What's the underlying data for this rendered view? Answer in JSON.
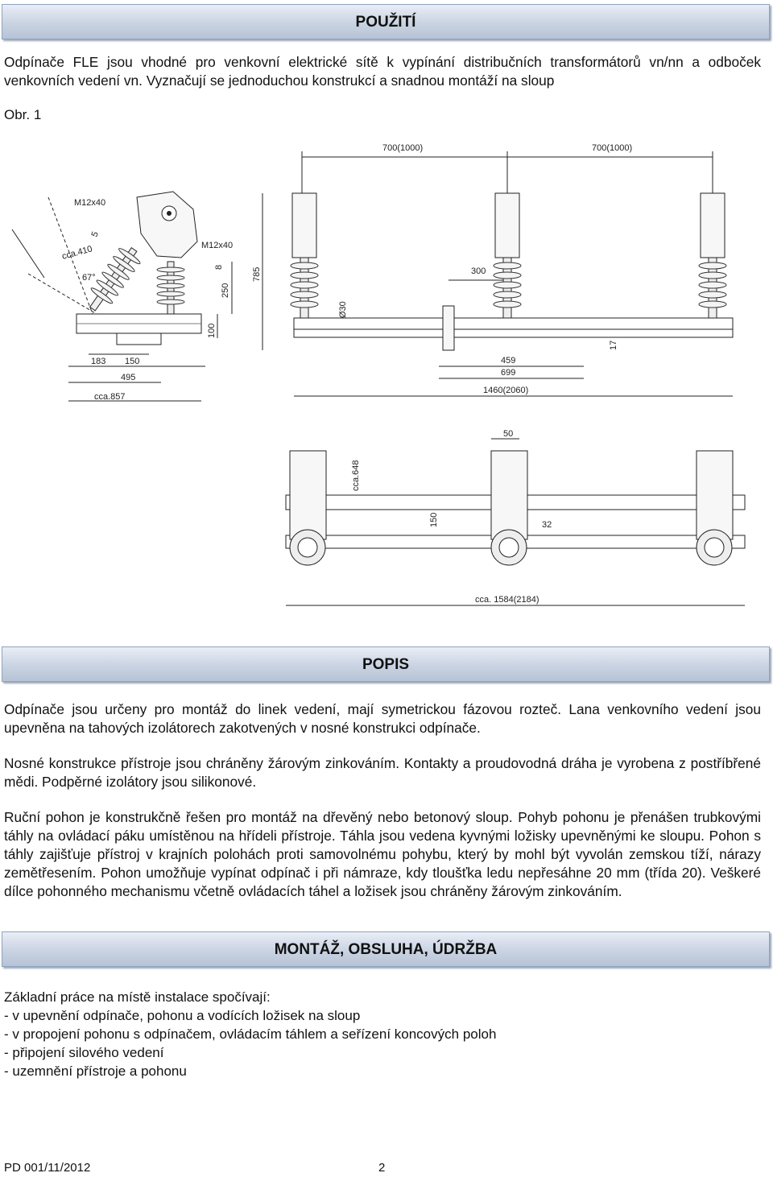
{
  "section1": {
    "title": "POUŽITÍ"
  },
  "intro": "Odpínače FLE jsou vhodné pro venkovní elektrické sítě k vypínání distribučních transformátorů vn/nn a odboček venkovních vedení vn. Vyznačují se jednoduchou konstrukcí a snadnou montáží na sloup",
  "figure_label": "Obr. 1",
  "drawing_side": {
    "dims": [
      "M12x40",
      "5",
      "cca.410",
      "67°",
      "M12x40",
      "8",
      "250",
      "785",
      "100",
      "183",
      "150",
      "495",
      "cca.857"
    ]
  },
  "drawing_front": {
    "dims": [
      "700(1000)",
      "700(1000)",
      "300",
      "Ø30",
      "17",
      "459",
      "699",
      "1460(2060)"
    ]
  },
  "drawing_top": {
    "dims": [
      "50",
      "cca.648",
      "150",
      "32",
      "cca. 1584(2184)"
    ]
  },
  "section2": {
    "title": "POPIS"
  },
  "popis": [
    "Odpínače jsou určeny pro montáž do linek vedení, mají symetrickou fázovou rozteč. Lana venkovního vedení jsou upevněna na tahových izolátorech zakotvených v nosné konstrukci odpínače.",
    "Nosné konstrukce přístroje jsou chráněny žárovým zinkováním. Kontakty a proudovodná dráha je vyrobena z postříbřené mědi. Podpěrné izolátory jsou silikonové.",
    "Ruční pohon je konstrukčně řešen pro montáž na dřevěný nebo betonový sloup. Pohyb pohonu je přenášen trubkovými táhly na ovládací páku umístěnou na hřídeli přístroje. Táhla jsou vedena kyvnými ložisky upevněnými ke sloupu. Pohon s táhly zajišťuje přístroj v krajních polohách proti samovolnému pohybu, který by mohl být vyvolán zemskou tíží, nárazy zemětřesením. Pohon umožňuje vypínat odpínač i při námraze, kdy tloušťka ledu nepřesáhne 20 mm (třída 20). Veškeré dílce pohonného mechanismu včetně ovládacích táhel a ložisek jsou chráněny žárovým zinkováním."
  ],
  "section3": {
    "title": "MONTÁŽ, OBSLUHA, ÚDRŽBA"
  },
  "montaz_intro": "Základní práce na místě instalace spočívají:",
  "montaz_items": [
    "- v upevnění odpínače, pohonu a vodících ložisek na sloup",
    "- v propojení pohonu s odpínačem, ovládacím táhlem a seřízení koncových poloh",
    "- připojení silového vedení",
    "- uzemnění přístroje a pohonu"
  ],
  "footer": {
    "doc_id": "PD 001/11/2012",
    "page": "2"
  }
}
